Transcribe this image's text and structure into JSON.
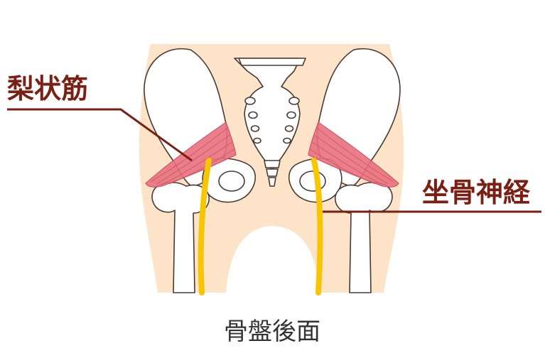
{
  "labels": {
    "piriformis": "梨状筋",
    "sciatic_nerve": "坐骨神経"
  },
  "caption": "骨盤後面",
  "colors": {
    "skin": "#fde3c8",
    "bone_fill": "#ffffff",
    "bone_stroke": "#4a3a32",
    "muscle": "#e8707e",
    "muscle_dark": "#c94a5c",
    "nerve": "#f7c600",
    "leader_line": "#7a1f14",
    "label_text": "#7a1f14",
    "caption_text": "#333333"
  }
}
